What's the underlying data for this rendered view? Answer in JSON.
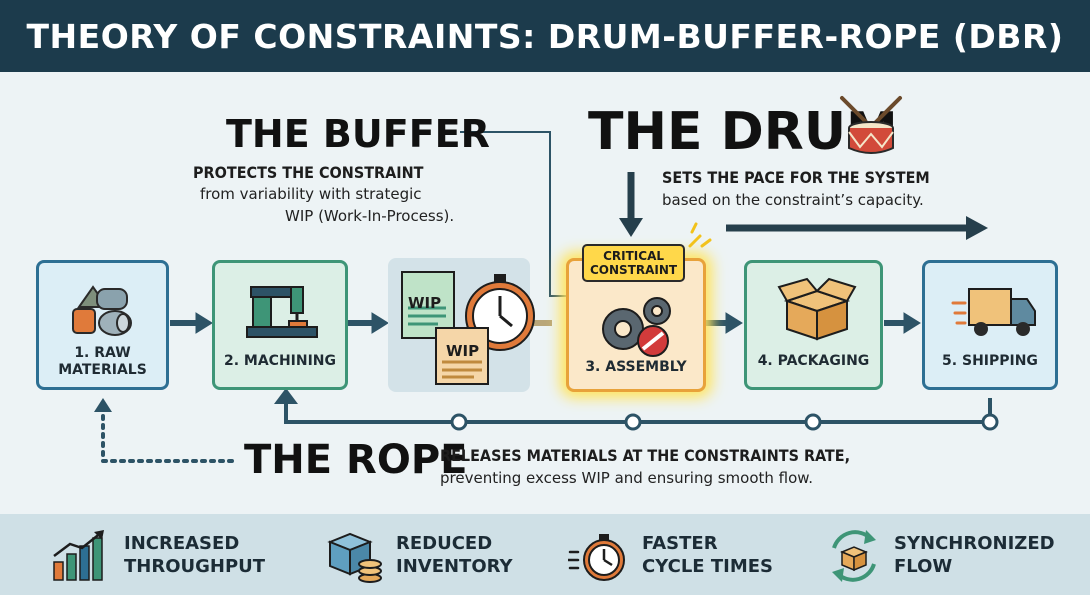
{
  "title": "THEORY OF CONSTRAINTS: DRUM-BUFFER-ROPE (DBR)",
  "buffer": {
    "heading": "THE BUFFER",
    "line1": "PROTECTS THE CONSTRAINT",
    "line2": "from variability with strategic",
    "line3": "WIP (Work-In-Process)."
  },
  "drum": {
    "heading": "THE DRUM",
    "line1": "SETS THE PACE FOR THE SYSTEM",
    "line2": "based on the constraint’s capacity."
  },
  "rope": {
    "heading": "THE ROPE",
    "line1": "RELEASES MATERIALS AT THE CONSTRAINTS RATE,",
    "line2": "preventing excess WIP and ensuring smooth flow."
  },
  "steps": [
    {
      "line1": "1. RAW",
      "line2": "MATERIALS"
    },
    {
      "line1": "2. MACHINING"
    },
    {
      "line1": "3. ASSEMBLY"
    },
    {
      "line1": "4. PACKAGING"
    },
    {
      "line1": "5. SHIPPING"
    }
  ],
  "wip_labels": [
    "WIP",
    "WIP"
  ],
  "critical_badge": {
    "line1": "CRITICAL",
    "line2": "CONSTRAINT"
  },
  "benefits": [
    {
      "line1": "INCREASED",
      "line2": "THROUGHPUT",
      "icon": "bar-chart-icon"
    },
    {
      "line1": "REDUCED",
      "line2": "INVENTORY",
      "icon": "box-coins-icon"
    },
    {
      "line1": "FASTER",
      "line2": "CYCLE TIMES",
      "icon": "stopwatch-icon"
    },
    {
      "line1": "Synchronized",
      "line2": "FLOW",
      "icon": "sync-box-icon"
    }
  ],
  "colors": {
    "header": "#1c3b4c",
    "step_blue": "#2d6f93",
    "step_green": "#3e9577",
    "critical": "#e8a23a",
    "glow": "#ffe45c",
    "arrow": "#2d5366"
  }
}
